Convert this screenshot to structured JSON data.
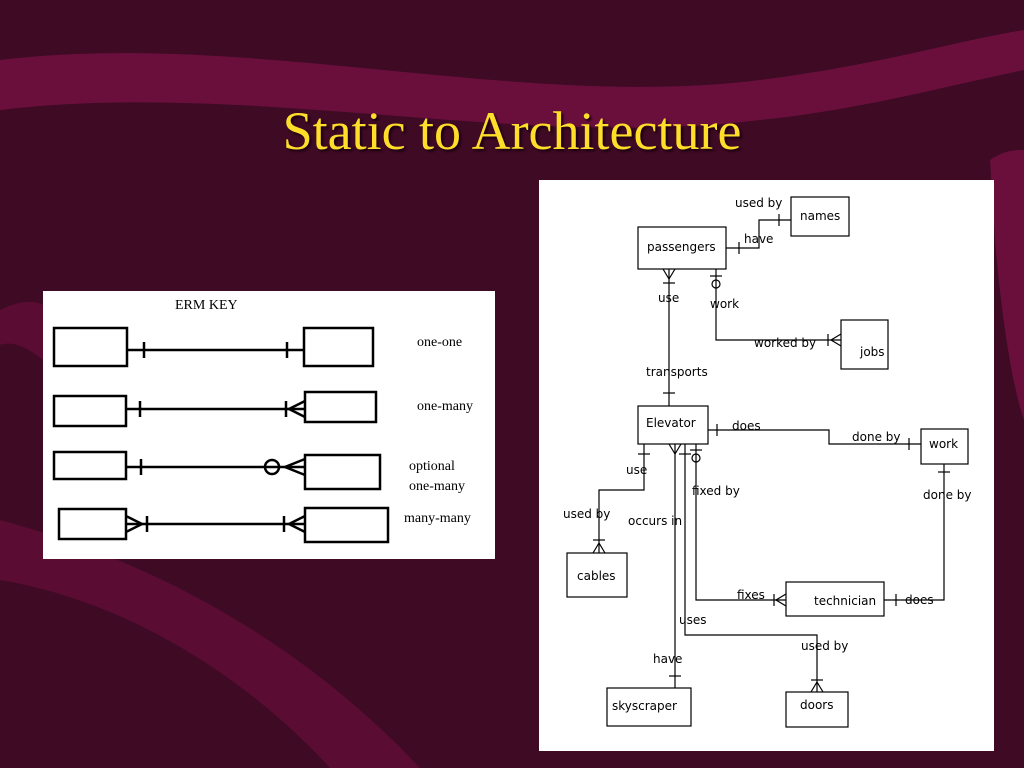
{
  "slide": {
    "title": "Static to Architecture",
    "colors": {
      "background": "#3e0a24",
      "swoosh": "#6a0f3c",
      "title": "#ffde2a"
    }
  },
  "erm_key": {
    "heading": "ERM KEY",
    "rows": [
      {
        "label_lines": [
          "one-one"
        ]
      },
      {
        "label_lines": [
          "one-many"
        ]
      },
      {
        "label_lines": [
          "optional",
          "one-many"
        ]
      },
      {
        "label_lines": [
          "many-many"
        ]
      }
    ]
  },
  "erd": {
    "entities": {
      "names": "names",
      "passengers": "passengers",
      "jobs": "jobs",
      "elevator": "Elevator",
      "work": "work",
      "cables": "cables",
      "technician": "technician",
      "skyscraper": "skyscraper",
      "doors": "doors"
    },
    "relations": {
      "used_by_top": "used by",
      "have_top": "have",
      "use_top": "use",
      "work": "work",
      "worked_by": "worked by",
      "transports": "transports",
      "does_elev": "does",
      "done_by_top": "done by",
      "use_mid": "use",
      "fixed_by": "fixed by",
      "done_by_right": "done by",
      "used_by_cables": "used by",
      "occurs_in": "occurs in",
      "fixes": "fixes",
      "does_tech": "does",
      "uses": "uses",
      "used_by_doors": "used by",
      "have_bottom": "have"
    }
  }
}
